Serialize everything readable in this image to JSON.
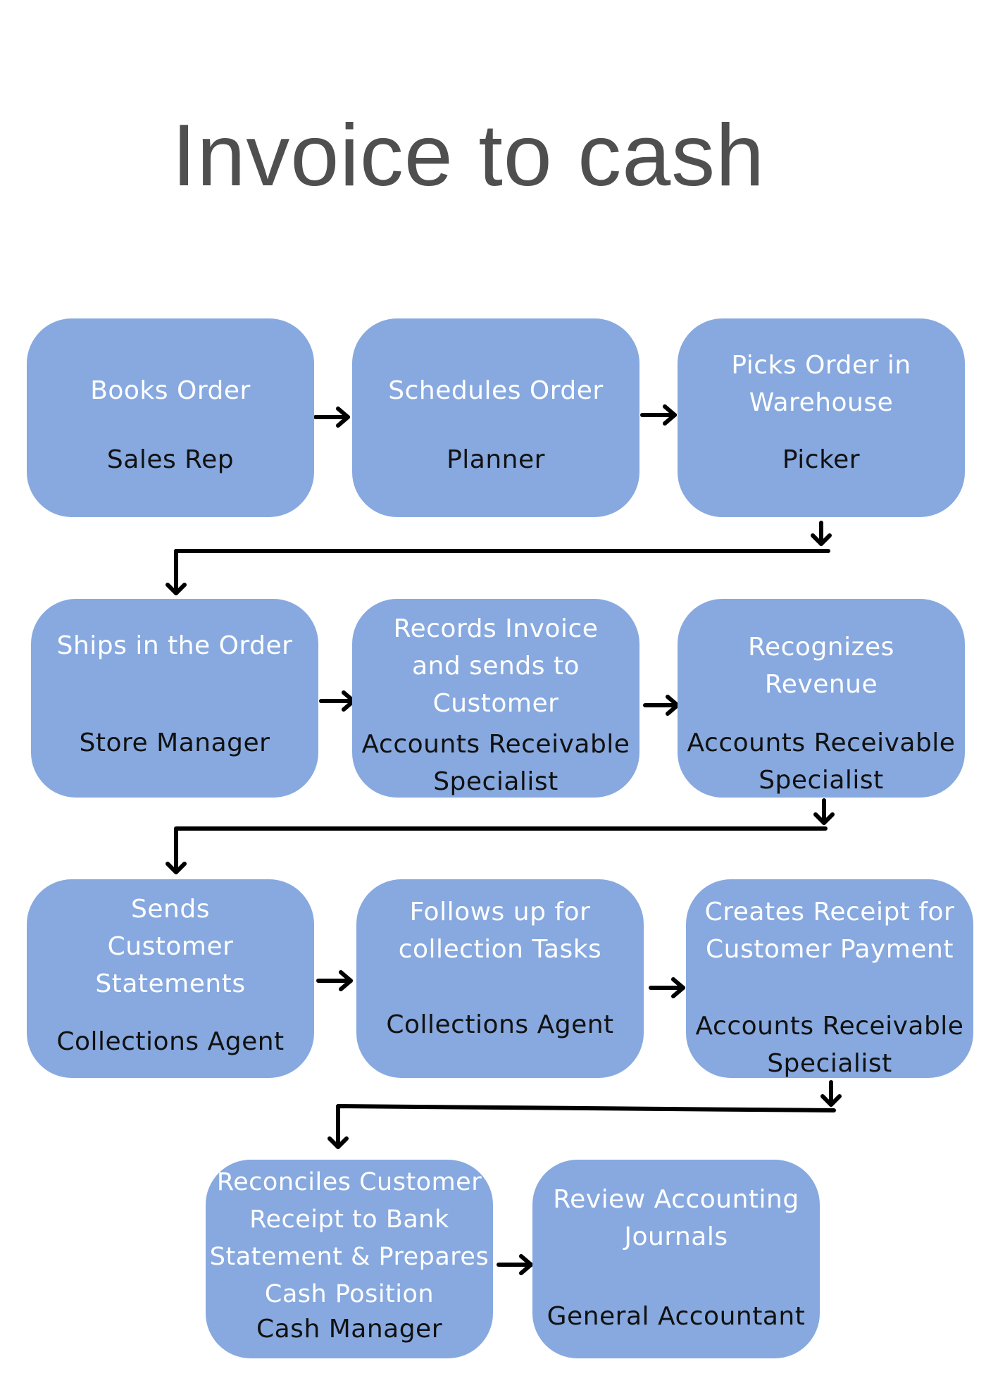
{
  "title": "Invoice to cash",
  "colors": {
    "node_fill": "#87a9df",
    "activity_text": "#ffffff",
    "role_text": "#111111",
    "connector": "#000000",
    "title_text": "#4f4f4f"
  },
  "steps": [
    {
      "activity": "Books Order",
      "role": "Sales Rep"
    },
    {
      "activity": "Schedules Order",
      "role": "Planner"
    },
    {
      "activity": "Picks Order in\nWarehouse",
      "role": "Picker"
    },
    {
      "activity": "Ships in the Order",
      "role": "Store Manager"
    },
    {
      "activity": "Records Invoice\nand sends to\nCustomer",
      "role": "Accounts Receivable\nSpecialist"
    },
    {
      "activity": "Recognizes\nRevenue",
      "role": "Accounts Receivable\nSpecialist"
    },
    {
      "activity": "Sends\nCustomer\nStatements",
      "role": "Collections Agent"
    },
    {
      "activity": "Follows up for\ncollection Tasks",
      "role": "Collections Agent"
    },
    {
      "activity": "Creates Receipt for\nCustomer Payment",
      "role": "Accounts Receivable\nSpecialist"
    },
    {
      "activity": "Reconciles Customer\nReceipt to Bank\nStatement & Prepares\nCash Position",
      "role": "Cash Manager"
    },
    {
      "activity": "Review Accounting\nJournals",
      "role": "General Accountant"
    }
  ]
}
